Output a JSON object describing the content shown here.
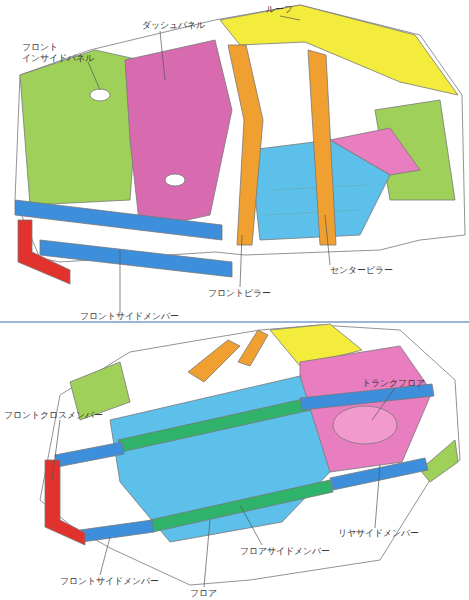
{
  "diagram": {
    "labels": [
      "ルーフ",
      "ダッシュパネル",
      "フロント インサイドパネル",
      "センターピラー",
      "フロントピラー",
      "フロントサイドメンバー",
      "トランクフロア",
      "フロントクロスメンバー",
      "リヤサイドメンバー",
      "フロアサイドメンバー",
      "フロントサイドメンバー",
      "フロア"
    ]
  }
}
